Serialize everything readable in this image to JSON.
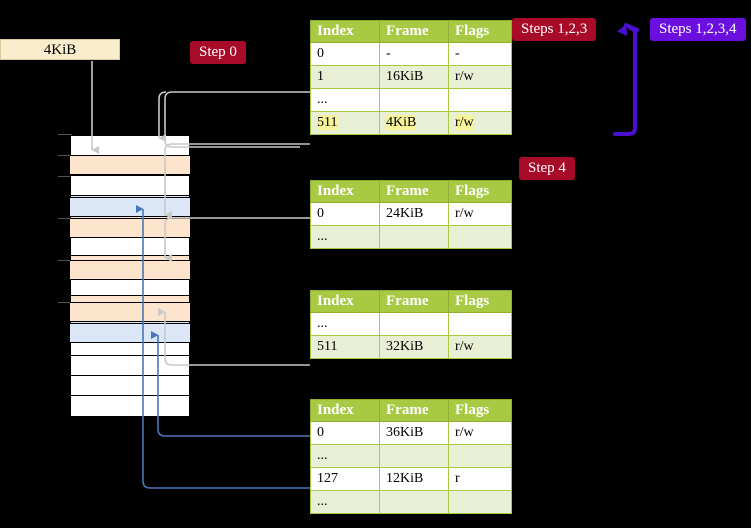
{
  "diagram": {
    "title_badges": [
      {
        "id": "step0",
        "label": "Step 0",
        "color": "#a80b28"
      },
      {
        "id": "steps123",
        "label": "Steps 1,2,3",
        "color": "#a80b28"
      },
      {
        "id": "steps1234",
        "label": "Steps 1,2,3,4",
        "color": "#6a0fdd"
      },
      {
        "id": "step4",
        "label": "Step 4",
        "color": "#a80b28"
      }
    ],
    "memory_box": {
      "label": "4KiB"
    },
    "columns": [
      "Index",
      "Frame",
      "Flags"
    ],
    "tables": [
      {
        "id": "table-1",
        "rows": [
          {
            "index": "0",
            "frame": "-",
            "flags": "-",
            "alt": false,
            "highlight": false
          },
          {
            "index": "1",
            "frame": "16KiB",
            "flags": "r/w",
            "alt": true,
            "highlight": false
          },
          {
            "index": "...",
            "frame": "",
            "flags": "",
            "alt": false,
            "highlight": false
          },
          {
            "index": "511",
            "frame": "4KiB",
            "flags": "r/w",
            "alt": true,
            "highlight": true
          }
        ]
      },
      {
        "id": "table-2",
        "rows": [
          {
            "index": "0",
            "frame": "24KiB",
            "flags": "r/w",
            "alt": false,
            "highlight": false
          },
          {
            "index": "...",
            "frame": "",
            "flags": "",
            "alt": true,
            "highlight": false
          }
        ]
      },
      {
        "id": "table-3",
        "rows": [
          {
            "index": "...",
            "frame": "",
            "flags": "",
            "alt": false,
            "highlight": false
          },
          {
            "index": "511",
            "frame": "32KiB",
            "flags": "r/w",
            "alt": true,
            "highlight": false
          }
        ]
      },
      {
        "id": "table-4",
        "rows": [
          {
            "index": "0",
            "frame": "36KiB",
            "flags": "r/w",
            "alt": false,
            "highlight": false
          },
          {
            "index": "...",
            "frame": "",
            "flags": "",
            "alt": true,
            "highlight": false
          },
          {
            "index": "127",
            "frame": "12KiB",
            "flags": "r",
            "alt": false,
            "highlight": false
          },
          {
            "index": "...",
            "frame": "",
            "flags": "",
            "alt": true,
            "highlight": false
          }
        ]
      }
    ],
    "memory_rows": [
      {
        "fill": "white"
      },
      {
        "fill": "peach"
      },
      {
        "fill": "white"
      },
      {
        "fill": "blue"
      },
      {
        "fill": "peach"
      },
      {
        "fill": "white"
      },
      {
        "fill": "peach"
      },
      {
        "fill": "white"
      },
      {
        "fill": "peach"
      },
      {
        "fill": "blue"
      },
      {
        "fill": "white"
      },
      {
        "fill": "white"
      },
      {
        "fill": "white"
      },
      {
        "fill": "white"
      }
    ],
    "colors": {
      "header": "#a8c942",
      "alt_row": "#e9efd4",
      "highlight": "#f7f49a",
      "peach": "#fde4cd",
      "blue_row": "#dbe7f7",
      "grey_wire": "#c9c9c9",
      "blue_wire": "#4a76b8",
      "purple": "#6a0fdd",
      "memory_box": "#faedcd",
      "background": "#000000"
    }
  }
}
